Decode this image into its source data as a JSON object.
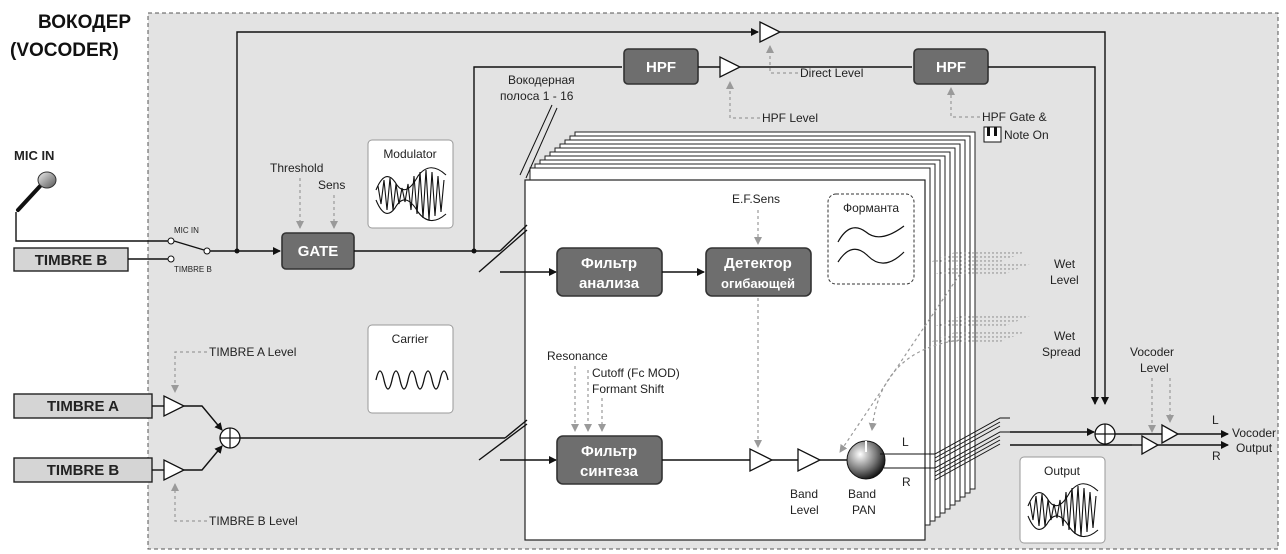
{
  "title": {
    "line1": "ВОКОДЕР",
    "line2": "(VOCODER)"
  },
  "inputs": {
    "mic_in_heading": "MIC IN",
    "timbre_b_top": "TIMBRE B",
    "timbre_a": "TIMBRE A",
    "timbre_b_bottom": "TIMBRE B",
    "switch_mic_in": "MIC IN",
    "switch_timbre_b": "TIMBRE B"
  },
  "blocks": {
    "gate": "GATE",
    "hpf1": "HPF",
    "hpf2": "HPF",
    "analysis_filter": {
      "line1": "Фильтр",
      "line2": "анализа"
    },
    "envelope_detector": {
      "line1": "Детектор",
      "line2": "огибающей"
    },
    "synthesis_filter": {
      "line1": "Фильтр",
      "line2": "синтеза"
    }
  },
  "labels": {
    "threshold": "Threshold",
    "sens": "Sens",
    "modulator": "Modulator",
    "carrier": "Carrier",
    "band_line1": "Вокодерная",
    "band_line2": "полоса 1 - 16",
    "hpf_level": "HPF Level",
    "direct_level": "Direct Level",
    "hpf_gate_line1": "HPF Gate &",
    "hpf_gate_line2": "Note On",
    "ef_sens": "E.F.Sens",
    "formant": "Форманта",
    "wet_level_1": "Wet",
    "wet_level_2": "Level",
    "wet_spread_1": "Wet",
    "wet_spread_2": "Spread",
    "resonance": "Resonance",
    "cutoff": "Cutoff (Fc MOD)",
    "formant_shift": "Formant Shift",
    "band_level_1": "Band",
    "band_level_2": "Level",
    "band_pan_1": "Band",
    "band_pan_2": "PAN",
    "ch_l": "L",
    "ch_r": "R",
    "vocoder_level_1": "Vocoder",
    "vocoder_level_2": "Level",
    "out_l": "L",
    "out_r": "R",
    "output_1": "Vocoder",
    "output_2": "Output",
    "output_box": "Output",
    "timbre_a_level": "TIMBRE A Level",
    "timbre_b_level": "TIMBRE B Level"
  },
  "colors": {
    "module_bg": "#e3e3e3",
    "block_dark": "#6e6e6e",
    "input_box": "#d5d5d5",
    "control_line": "#9a9a9a"
  }
}
